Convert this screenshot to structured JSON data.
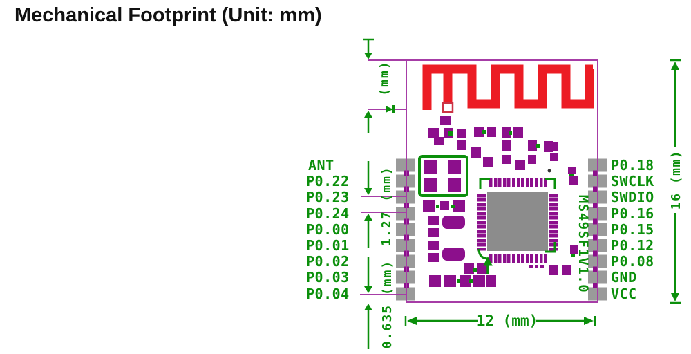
{
  "title": "Mechanical Footprint (Unit: mm)",
  "pins": {
    "left": [
      "ANT",
      "P0.22",
      "P0.23",
      "P0.24",
      "P0.00",
      "P0.01",
      "P0.02",
      "P0.03",
      "P0.04"
    ],
    "right": [
      "P0.18",
      "SWCLK",
      "SWDIO",
      "P0.16",
      "P0.15",
      "P0.12",
      "P0.08",
      "GND",
      "VCC"
    ]
  },
  "dimensions": {
    "antenna_height_unit": "(mm)",
    "pad_pitch": "1.27 (mm)",
    "bottom_offset": "0.635 (mm)",
    "board_width": "12 (mm)",
    "board_height": "16 (mm)"
  },
  "module_label": "MS49SF1V1.0",
  "colors": {
    "dimension_green": "#0b8f0b",
    "pad_purple": "#8c0f8c",
    "board_outline_purple": "#a63ca6",
    "antenna_red": "#ec1c24",
    "edge_pad_gray": "#9a9a9a",
    "chip_gray": "#8c8c8c",
    "title_black": "#111111"
  }
}
